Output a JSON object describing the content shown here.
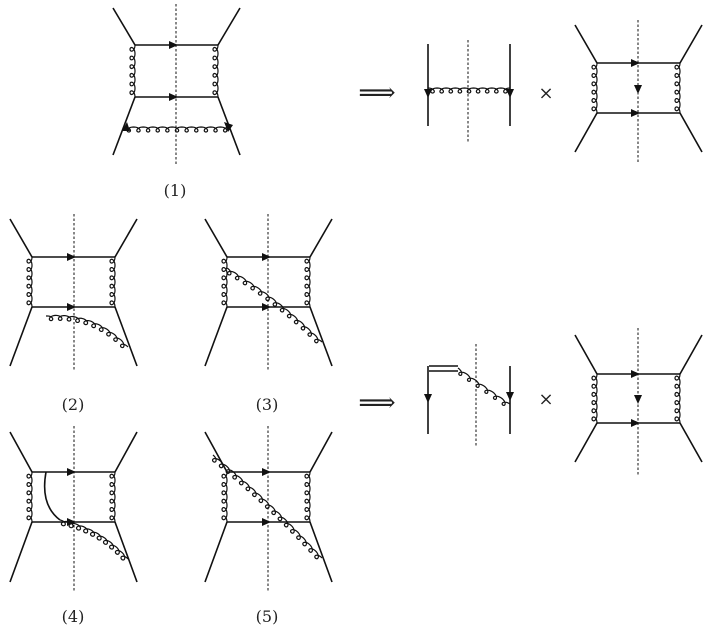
{
  "labels": {
    "diagram_1": "(1)",
    "diagram_2": "(2)",
    "diagram_3": "(3)",
    "diagram_4": "(4)",
    "diagram_5": "(5)"
  },
  "operators": {
    "implies_top": "⟹",
    "implies_bottom": "⟹",
    "times_top": "×",
    "times_bottom": "×"
  }
}
